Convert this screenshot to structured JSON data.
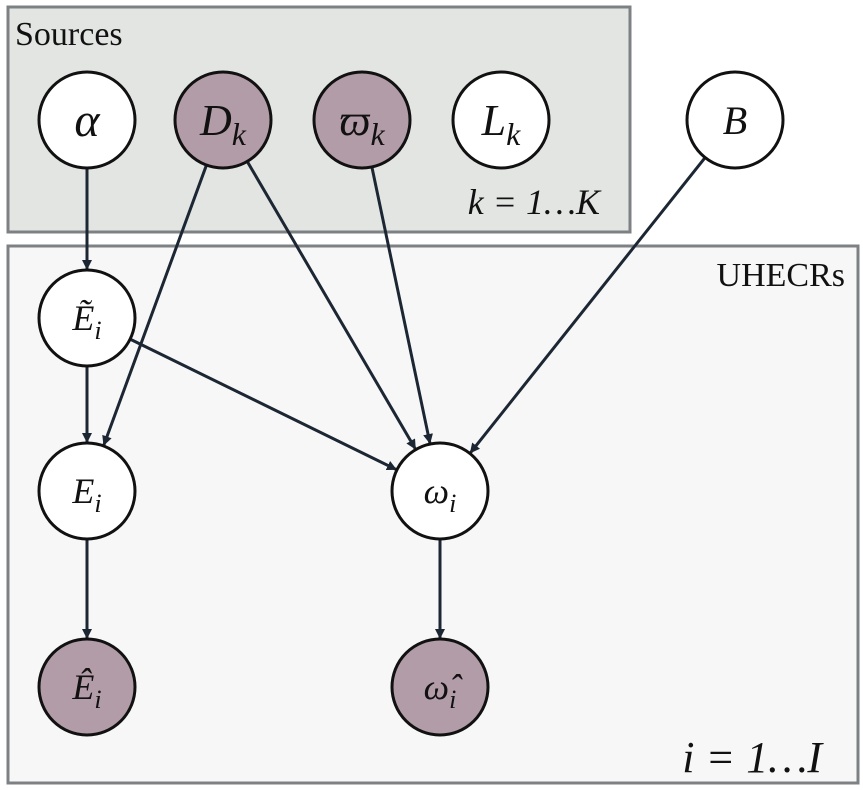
{
  "colors": {
    "observed": "#b29ca7",
    "latent": "#ffffff",
    "sources_plate": "#e3e5e3",
    "uhecr_plate": "#f7f7f7",
    "plate_border": "#7d8183",
    "edge": "#1c2733"
  },
  "plates": {
    "sources": {
      "label": "Sources",
      "range": "k = 1…K"
    },
    "uhecrs": {
      "label": "UHECRs",
      "range": "i = 1…I"
    }
  },
  "nodes": {
    "alpha": {
      "symbol": "α",
      "sub": "",
      "observed": false
    },
    "d_k": {
      "symbol": "D",
      "sub": "k",
      "observed": true
    },
    "varpi_k": {
      "symbol": "ϖ",
      "sub": "k",
      "observed": true
    },
    "l_k": {
      "symbol": "L",
      "sub": "k",
      "observed": false
    },
    "b": {
      "symbol": "B",
      "sub": "",
      "observed": false
    },
    "e_tilde": {
      "symbol": "Ẽ",
      "sub": "i",
      "observed": false
    },
    "e_i": {
      "symbol": "E",
      "sub": "i",
      "observed": false
    },
    "omega_i": {
      "symbol": "ω",
      "sub": "i",
      "observed": false
    },
    "e_hat": {
      "symbol": "Ê",
      "sub": "i",
      "observed": true
    },
    "omega_hat": {
      "symbol": "ω̂",
      "sub": "i",
      "observed": true
    }
  },
  "edges": [
    [
      "alpha",
      "e_tilde"
    ],
    [
      "e_tilde",
      "e_i"
    ],
    [
      "d_k",
      "e_i"
    ],
    [
      "e_tilde",
      "omega_i"
    ],
    [
      "d_k",
      "omega_i"
    ],
    [
      "varpi_k",
      "omega_i"
    ],
    [
      "b",
      "omega_i"
    ],
    [
      "e_i",
      "e_hat"
    ],
    [
      "omega_i",
      "omega_hat"
    ]
  ]
}
